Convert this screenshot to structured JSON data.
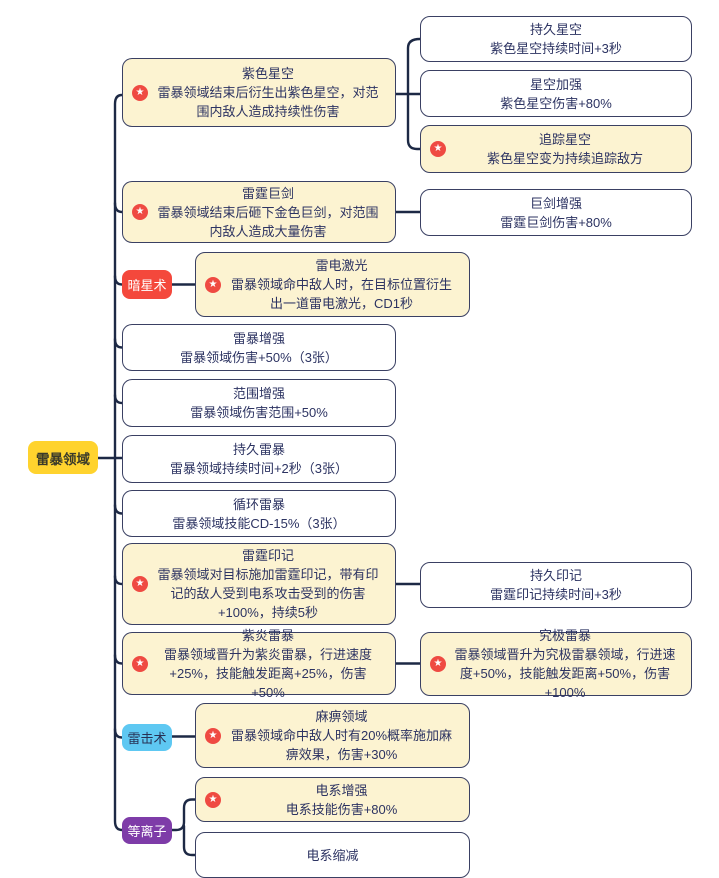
{
  "root": {
    "label": "雷暴领域"
  },
  "icons": {
    "star": "★"
  },
  "colors": {
    "root_bg": "#ffd32e",
    "card_yellow_bg": "#fcf3d1",
    "card_white_bg": "#ffffff",
    "card_border": "#3a4063",
    "text": "#2c3362",
    "line": "#1d2945",
    "star_badge": "#ef4a42",
    "label_red_bg": "#f4483c",
    "label_blue_bg": "#5ec8f2",
    "label_purple_bg": "#7e3ca8"
  },
  "labels": {
    "dark_star": "暗星术",
    "thunder_strike": "雷击术",
    "plasma": "等离子"
  },
  "nodes": {
    "purple_starry": {
      "title": "紫色星空",
      "desc": "雷暴领域结束后衍生出紫色星空，对范围内敌人造成持续性伤害"
    },
    "lasting_starry": {
      "title": "持久星空",
      "desc": "紫色星空持续时间+3秒"
    },
    "starry_enhance": {
      "title": "星空加强",
      "desc": "紫色星空伤害+80%"
    },
    "tracking_starry": {
      "title": "追踪星空",
      "desc": "紫色星空变为持续追踪敌方"
    },
    "thunder_sword": {
      "title": "雷霆巨剑",
      "desc": "雷暴领域结束后砸下金色巨剑，对范围内敌人造成大量伤害"
    },
    "sword_enhance": {
      "title": "巨剑增强",
      "desc": "雷霆巨剑伤害+80%"
    },
    "lightning_laser": {
      "title": "雷电激光",
      "desc": "雷暴领域命中敌人时，在目标位置衍生出一道雷电激光，CD1秒"
    },
    "storm_enhance": {
      "title": "雷暴增强",
      "desc": "雷暴领域伤害+50%（3张）"
    },
    "range_enhance": {
      "title": "范围增强",
      "desc": "雷暴领域伤害范围+50%"
    },
    "lasting_storm": {
      "title": "持久雷暴",
      "desc": "雷暴领域持续时间+2秒（3张）"
    },
    "cycle_storm": {
      "title": "循环雷暴",
      "desc": "雷暴领域技能CD-15%（3张）"
    },
    "thunder_mark": {
      "title": "雷霆印记",
      "desc": "雷暴领域对目标施加雷霆印记，带有印记的敌人受到电系攻击受到的伤害+100%，持续5秒"
    },
    "lasting_mark": {
      "title": "持久印记",
      "desc": "雷霆印记持续时间+3秒"
    },
    "purple_flame": {
      "title": "紫炎雷暴",
      "desc": "雷暴领域晋升为紫炎雷暴，行进速度+25%，技能触发距离+25%，伤害+50%"
    },
    "ultimate_storm": {
      "title": "究极雷暴",
      "desc": "雷暴领域晋升为究极雷暴领域，行进速度+50%，技能触发距离+50%，伤害+100%"
    },
    "paralyze_field": {
      "title": "麻痹领域",
      "desc": "雷暴领域命中敌人时有20%概率施加麻痹效果，伤害+30%"
    },
    "electric_enhance": {
      "title": "电系增强",
      "desc": "电系技能伤害+80%"
    },
    "electric_reduce": {
      "title": "电系缩减",
      "desc": ""
    }
  }
}
